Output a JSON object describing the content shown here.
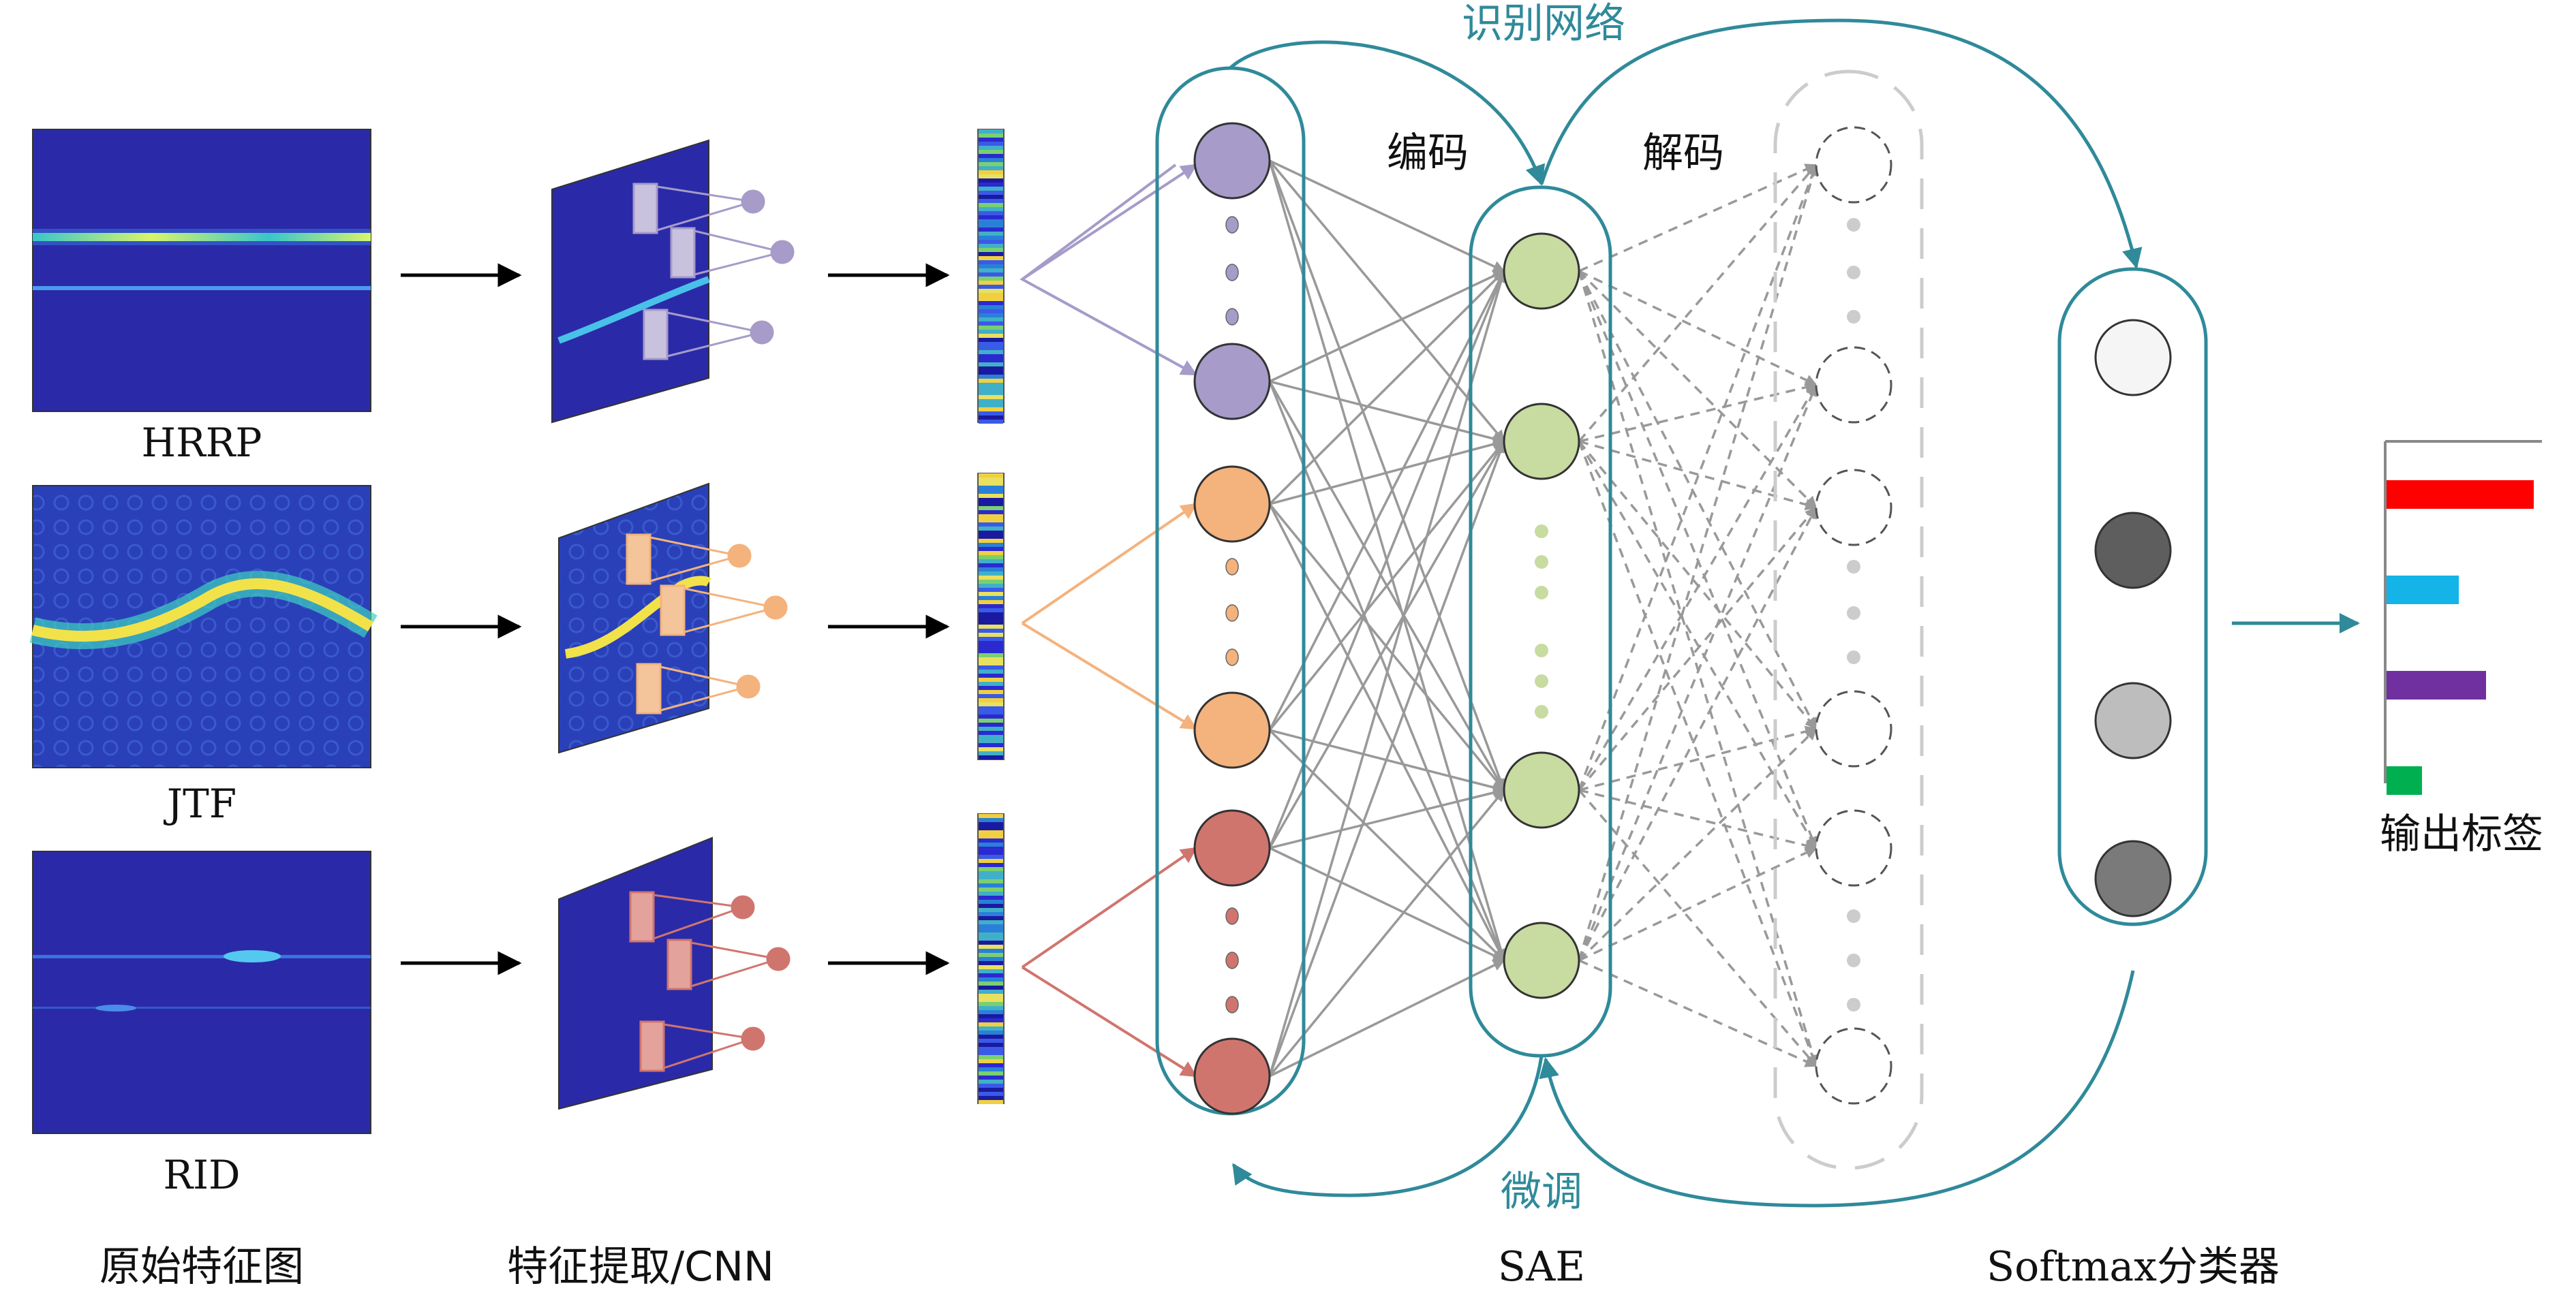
{
  "input_labels": [
    "HRRP",
    "JTF",
    "RID"
  ],
  "stage_labels": {
    "raw": "原始特征图",
    "cnn": "特征提取/CNN",
    "sae": "SAE",
    "softmax": "Softmax分类器"
  },
  "network_labels": {
    "recognition": "识别网络",
    "encode": "编码",
    "decode": "解码",
    "finetune": "微调",
    "output": "输出标签"
  },
  "colors": {
    "teal": "#2f8a9a",
    "hrrp": "#a69bc9",
    "jtf": "#f4b27c",
    "rid": "#d0756e",
    "hidden": "#c8dba0",
    "map_bg": "#2a2aa8"
  },
  "output_bars": [
    {
      "color": "#ff0000",
      "value": 0.92
    },
    {
      "color": "#14b3e8",
      "value": 0.45
    },
    {
      "color": "#7030a0",
      "value": 0.62
    },
    {
      "color": "#00b050",
      "value": 0.22
    }
  ]
}
